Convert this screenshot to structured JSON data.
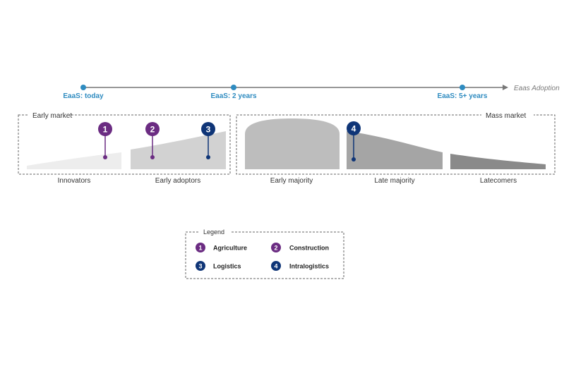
{
  "timeline": {
    "axis_label": "Eaas Adoption",
    "points": [
      {
        "label": "EaaS: today"
      },
      {
        "label": "EaaS: 2 years"
      },
      {
        "label": "EaaS: 5+ years"
      }
    ]
  },
  "groups": {
    "early_market": "Early market",
    "mass_market": "Mass market"
  },
  "segments": [
    {
      "label": "Innovators"
    },
    {
      "label": "Early adoptors"
    },
    {
      "label": "Early majority"
    },
    {
      "label": "Late majority"
    },
    {
      "label": "Latecomers"
    }
  ],
  "markers": [
    {
      "number": "1",
      "category": "Agriculture",
      "color": "#6b2c82"
    },
    {
      "number": "2",
      "category": "Construction",
      "color": "#6b2c82"
    },
    {
      "number": "3",
      "category": "Logistics",
      "color": "#0f3577"
    },
    {
      "number": "4",
      "category": "Intralogistics",
      "color": "#0f3577"
    }
  ],
  "legend": {
    "title": "Legend",
    "items": [
      {
        "number": "1",
        "label": "Agriculture",
        "color": "#6b2c82"
      },
      {
        "number": "2",
        "label": "Construction",
        "color": "#6b2c82"
      },
      {
        "number": "3",
        "label": "Logistics",
        "color": "#0f3577"
      },
      {
        "number": "4",
        "label": "Intralogistics",
        "color": "#0f3577"
      }
    ]
  },
  "colors": {
    "timeline": "#2e8bc0",
    "axis_line": "#777777",
    "dashed_border": "#666666"
  }
}
